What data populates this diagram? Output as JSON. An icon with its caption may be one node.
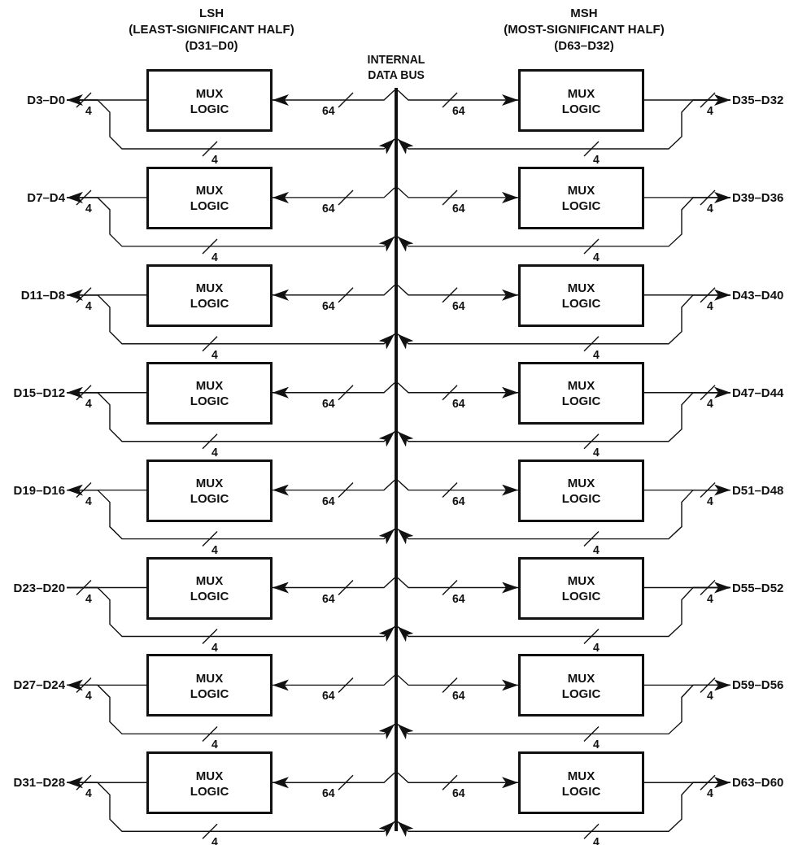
{
  "diagram": {
    "nodes": [
      {
        "text": [],
        "shape": "bar",
        "beside": [
          "INTERNAL DATA BUS"
        ]
      },
      {
        "text": [
          "D3–D0"
        ]
      },
      {
        "text": [
          "MUX LOGIC"
        ]
      },
      {
        "text": [
          "MUX LOGIC"
        ]
      },
      {
        "text": [
          "D35–D32"
        ]
      },
      {
        "text": [
          "D7–D4"
        ]
      },
      {
        "text": [
          "MUX LOGIC"
        ]
      },
      {
        "text": [
          "MUX LOGIC"
        ]
      },
      {
        "text": [
          "D39–D36"
        ]
      },
      {
        "text": [
          "D11–D8"
        ]
      },
      {
        "text": [
          "MUX LOGIC"
        ]
      },
      {
        "text": [
          "MUX LOGIC"
        ]
      },
      {
        "text": [
          "D43–D40"
        ]
      },
      {
        "text": [
          "D15–D12"
        ]
      },
      {
        "text": [
          "MUX LOGIC"
        ]
      },
      {
        "text": [
          "MUX LOGIC"
        ]
      },
      {
        "text": [
          "D47–D44"
        ]
      },
      {
        "text": [
          "D19–D16"
        ]
      },
      {
        "text": [
          "MUX LOGIC"
        ]
      },
      {
        "text": [
          "MUX LOGIC"
        ]
      },
      {
        "text": [
          "D51–D48"
        ]
      },
      {
        "text": [
          "D23–D20"
        ]
      },
      {
        "text": [
          "MUX LOGIC"
        ]
      },
      {
        "text": [
          "MUX LOGIC"
        ]
      },
      {
        "text": [
          "D55–D52"
        ]
      },
      {
        "text": [
          "D27–D24"
        ]
      },
      {
        "text": [
          "MUX LOGIC"
        ]
      },
      {
        "text": [
          "MUX LOGIC"
        ]
      },
      {
        "text": [
          "D59–D56"
        ]
      },
      {
        "text": [
          "D31–D28"
        ]
      },
      {
        "text": [
          "MUX LOGIC"
        ]
      },
      {
        "text": [
          "MUX LOGIC"
        ]
      },
      {
        "text": [
          "D63–D60"
        ]
      }
    ],
    "edges": [
      {
        "from": 0,
        "to": 2,
        "arrow": "to",
        "label": "64"
      },
      {
        "from": 2,
        "to": 1,
        "arrow": "to",
        "label": "4"
      },
      {
        "from": 1,
        "to": 0,
        "arrow": "to",
        "label": "4"
      },
      {
        "from": 0,
        "to": 3,
        "arrow": "to",
        "label": "64"
      },
      {
        "from": 3,
        "to": 4,
        "arrow": "to",
        "label": "4"
      },
      {
        "from": 4,
        "to": 0,
        "arrow": "to",
        "label": "4"
      },
      {
        "from": 0,
        "to": 6,
        "arrow": "to",
        "label": "64"
      },
      {
        "from": 6,
        "to": 5,
        "arrow": "to",
        "label": "4"
      },
      {
        "from": 5,
        "to": 0,
        "arrow": "to",
        "label": "4"
      },
      {
        "from": 0,
        "to": 7,
        "arrow": "to",
        "label": "64"
      },
      {
        "from": 7,
        "to": 8,
        "arrow": "to",
        "label": "4"
      },
      {
        "from": 8,
        "to": 0,
        "arrow": "to",
        "label": "4"
      },
      {
        "from": 0,
        "to": 10,
        "arrow": "to",
        "label": "64"
      },
      {
        "from": 10,
        "to": 9,
        "arrow": "to",
        "label": "4"
      },
      {
        "from": 9,
        "to": 0,
        "arrow": "to",
        "label": "4"
      },
      {
        "from": 0,
        "to": 11,
        "arrow": "to",
        "label": "64"
      },
      {
        "from": 11,
        "to": 12,
        "arrow": "to",
        "label": "4"
      },
      {
        "from": 12,
        "to": 0,
        "arrow": "to",
        "label": "4"
      },
      {
        "from": 0,
        "to": 14,
        "arrow": "to",
        "label": "64"
      },
      {
        "from": 14,
        "to": 13,
        "arrow": "to",
        "label": "4"
      },
      {
        "from": 13,
        "to": 0,
        "arrow": "to",
        "label": "4"
      },
      {
        "from": 0,
        "to": 15,
        "arrow": "to",
        "label": "64"
      },
      {
        "from": 15,
        "to": 16,
        "arrow": "to",
        "label": "4"
      },
      {
        "from": 16,
        "to": 0,
        "arrow": "to",
        "label": "4"
      },
      {
        "from": 0,
        "to": 18,
        "arrow": "to",
        "label": "64"
      },
      {
        "from": 18,
        "to": 17,
        "arrow": "to",
        "label": "4"
      },
      {
        "from": 17,
        "to": 0,
        "arrow": "to",
        "label": "4"
      },
      {
        "from": 0,
        "to": 19,
        "arrow": "to",
        "label": "64"
      },
      {
        "from": 19,
        "to": 20,
        "arrow": "to",
        "label": "4"
      },
      {
        "from": 20,
        "to": 0,
        "arrow": "to",
        "label": "4"
      },
      {
        "from": 0,
        "to": 22,
        "arrow": "to",
        "label": "64"
      },
      {
        "from": 22,
        "to": 21,
        "arrow": "none",
        "label": "4"
      },
      {
        "from": 21,
        "to": 0,
        "arrow": "to",
        "label": "4"
      },
      {
        "from": 0,
        "to": 23,
        "arrow": "to",
        "label": "64"
      },
      {
        "from": 23,
        "to": 24,
        "arrow": "to",
        "label": "4"
      },
      {
        "from": 24,
        "to": 0,
        "arrow": "to",
        "label": "4"
      },
      {
        "from": 0,
        "to": 26,
        "arrow": "to",
        "label": "64"
      },
      {
        "from": 26,
        "to": 25,
        "arrow": "to",
        "label": "4"
      },
      {
        "from": 25,
        "to": 0,
        "arrow": "to",
        "label": "4"
      },
      {
        "from": 0,
        "to": 27,
        "arrow": "to",
        "label": "64"
      },
      {
        "from": 27,
        "to": 28,
        "arrow": "to",
        "label": "4"
      },
      {
        "from": 28,
        "to": 0,
        "arrow": "to",
        "label": "4"
      },
      {
        "from": 0,
        "to": 30,
        "arrow": "to",
        "label": "64"
      },
      {
        "from": 30,
        "to": 29,
        "arrow": "to",
        "label": "4"
      },
      {
        "from": 29,
        "to": 0,
        "arrow": "to",
        "label": "4"
      },
      {
        "from": 0,
        "to": 31,
        "arrow": "to",
        "label": "64"
      },
      {
        "from": 31,
        "to": 32,
        "arrow": "to",
        "label": "4"
      },
      {
        "from": 32,
        "to": 0,
        "arrow": "to",
        "label": "4"
      }
    ],
    "labels": [
      "LSH",
      "(LEAST-SIGNIFICANT HALF)",
      "(D31–D0)",
      "MSH",
      "(MOST-SIGNIFICANT HALF)",
      "(D63–D32)"
    ]
  }
}
